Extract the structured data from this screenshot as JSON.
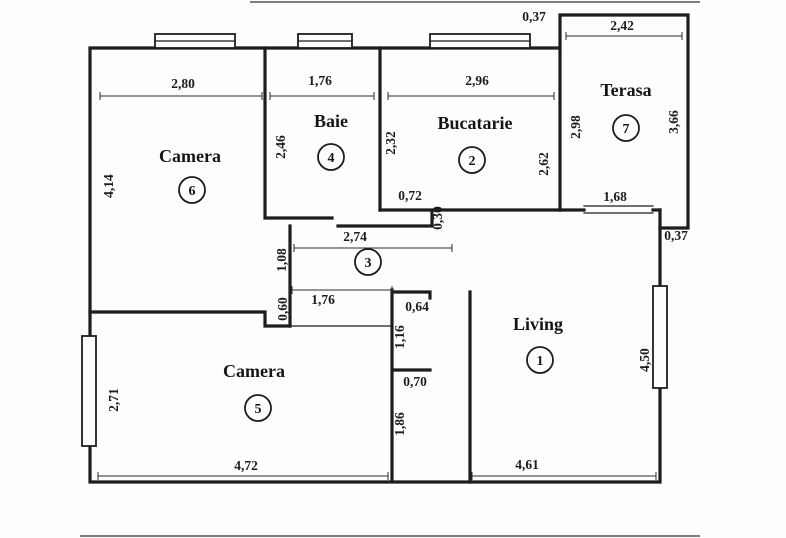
{
  "plan": {
    "ink_color": "#1d1d1d",
    "rooms": {
      "living": {
        "label": "Living",
        "number": "1"
      },
      "bucatarie": {
        "label": "Bucatarie",
        "number": "2"
      },
      "hol": {
        "number": "3"
      },
      "baie": {
        "label": "Baie",
        "number": "4"
      },
      "camera5": {
        "label": "Camera",
        "number": "5"
      },
      "camera6": {
        "label": "Camera",
        "number": "6"
      },
      "terasa": {
        "label": "Terasa",
        "number": "7"
      }
    },
    "dims": {
      "camera6_width": "2,80",
      "camera6_height": "4,14",
      "baie_width": "1,76",
      "baie_height": "2,46",
      "bucatarie_width": "2,96",
      "bucatarie_left_height": "2,32",
      "bucatarie_right_height": "2,62",
      "terasa_width": "2,42",
      "terasa_top_offset": "0,37",
      "terasa_left_height": "2,98",
      "terasa_right_height": "3,66",
      "hall_length": "2,74",
      "hall_recess_width": "0,72",
      "hall_recess_depth": "0,30",
      "hall_wall_upper": "1,08",
      "hall_wall_lower": "0,60",
      "camera5_opening": "1,76",
      "camera5_window": "2,71",
      "camera5_width": "4,72",
      "shaft_upper_width": "0,64",
      "shaft_upper_height": "1,16",
      "shaft_lower_width": "0,70",
      "shaft_lower_height": "1,86",
      "living_terrace_opening": "1,68",
      "living_right_offset": "0,37",
      "living_right_height": "4,50",
      "living_width": "4,61"
    }
  }
}
